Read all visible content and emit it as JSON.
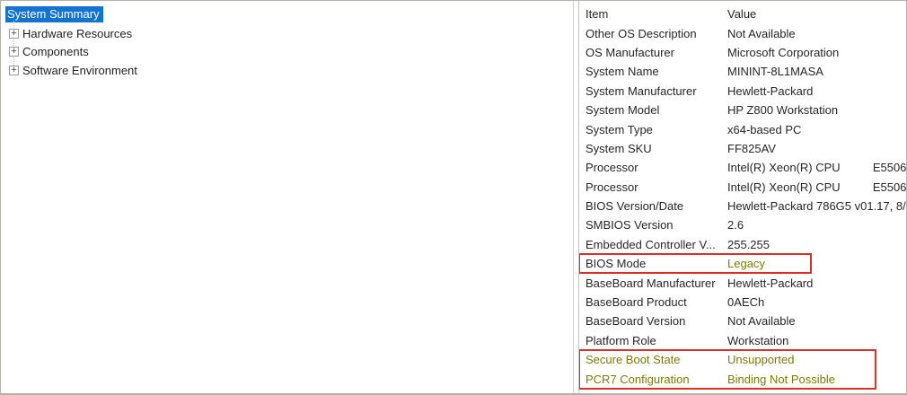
{
  "tree": {
    "items": [
      {
        "label": "System Summary",
        "selected": true
      },
      {
        "label": "Hardware Resources",
        "expandable": true
      },
      {
        "label": "Components",
        "expandable": true
      },
      {
        "label": "Software Environment",
        "expandable": true
      }
    ]
  },
  "details": {
    "columns": {
      "item": "Item",
      "value": "Value"
    },
    "rows": [
      {
        "item": "Other OS Description",
        "value": "Not Available"
      },
      {
        "item": "OS Manufacturer",
        "value": "Microsoft Corporation"
      },
      {
        "item": "System Name",
        "value": "MININT-8L1MASA"
      },
      {
        "item": "System Manufacturer",
        "value": "Hewlett-Packard"
      },
      {
        "item": "System Model",
        "value": "HP Z800 Workstation"
      },
      {
        "item": "System Type",
        "value": "x64-based PC"
      },
      {
        "item": "System SKU",
        "value": "FF825AV"
      },
      {
        "item": "Processor",
        "value": "Intel(R) Xeon(R) CPU          E5506"
      },
      {
        "item": "Processor",
        "value": "Intel(R) Xeon(R) CPU          E5506"
      },
      {
        "item": "BIOS Version/Date",
        "value": "Hewlett-Packard 786G5 v01.17, 8/"
      },
      {
        "item": "SMBIOS Version",
        "value": "2.6"
      },
      {
        "item": "Embedded Controller V...",
        "value": "255.255"
      },
      {
        "item": "BIOS Mode",
        "value": "Legacy",
        "value_highlight": "olive"
      },
      {
        "item": "BaseBoard Manufacturer",
        "value": "Hewlett-Packard"
      },
      {
        "item": "BaseBoard Product",
        "value": "0AECh"
      },
      {
        "item": "BaseBoard Version",
        "value": "Not Available"
      },
      {
        "item": "Platform Role",
        "value": "Workstation"
      },
      {
        "item": "Secure Boot State",
        "value": "Unsupported",
        "row_highlight": "olive"
      },
      {
        "item": "PCR7 Configuration",
        "value": "Binding Not Possible",
        "row_highlight": "olive"
      }
    ]
  },
  "icons": {
    "expand": "+"
  },
  "colors": {
    "selection_blue": "#1273d2",
    "annotation_red": "#d93025",
    "highlight_olive": "#7f7b00"
  }
}
